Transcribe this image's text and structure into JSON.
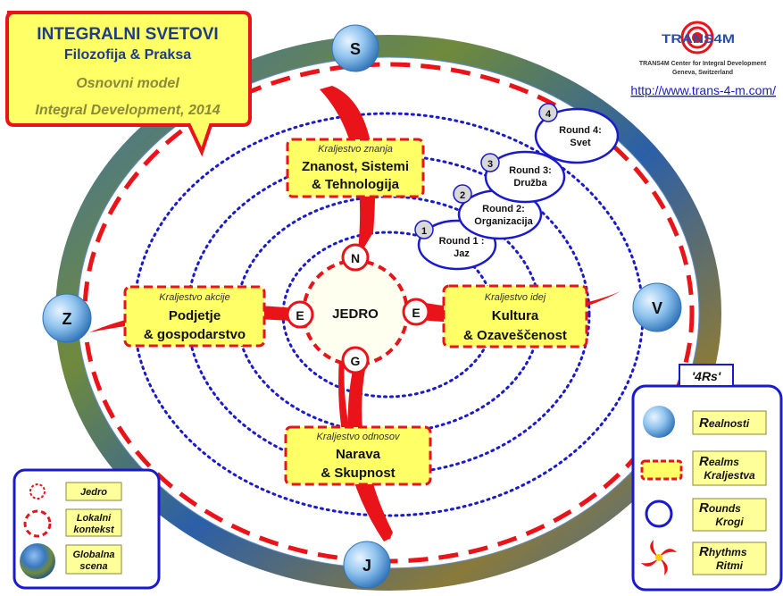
{
  "title_box": {
    "line1": "INTEGRALNI SVETOVI",
    "line2": "Filozofija & Praksa",
    "line3": "Osnovni model",
    "line4": "Integral Development, 2014"
  },
  "brand": {
    "logo_text": "TRANS4M",
    "org_line1": "TRANS4M Center for Integral Development",
    "org_line2": "Geneva, Switzerland",
    "url": "http://www.trans-4-m.com/"
  },
  "globes": {
    "north": "S",
    "south": "J",
    "west": "Z",
    "east": "V"
  },
  "core": {
    "label": "JEDRO",
    "north": "N",
    "south": "G",
    "west": "E",
    "east": "E"
  },
  "realms": {
    "top": {
      "sub": "Kraljestvo znanja",
      "line1": "Znanost, Sistemi",
      "line2": "& Tehnologija"
    },
    "left": {
      "sub": "Kraljestvo akcije",
      "line1": "Podjetje",
      "line2": "& gospodarstvo"
    },
    "right": {
      "sub": "Kraljestvo idej",
      "line1": "Kultura",
      "line2": "& Ozaveščenost"
    },
    "bottom": {
      "sub": "Kraljestvo odnosov",
      "line1": "Narava",
      "line2": "& Skupnost"
    }
  },
  "rounds": [
    {
      "num": "1",
      "line1": "Round 1 :",
      "line2": "Jaz"
    },
    {
      "num": "2",
      "line1": "Round 2:",
      "line2": "Organizacija"
    },
    {
      "num": "3",
      "line1": "Round 3:",
      "line2": "Družba"
    },
    {
      "num": "4",
      "line1": "Round 4:",
      "line2": "Svet"
    }
  ],
  "legend_left": {
    "items": [
      {
        "label": "Jedro"
      },
      {
        "label1": "Lokalni",
        "label2": "kontekst"
      },
      {
        "label1": "Globalna",
        "label2": "scena"
      }
    ]
  },
  "legend_4rs": {
    "title": "'4Rs'",
    "items": [
      {
        "initial": "R",
        "rest": "ealnosti",
        "second": ""
      },
      {
        "initial": "R",
        "rest": "ealms",
        "second": "Kraljestva"
      },
      {
        "initial": "R",
        "rest": "ounds",
        "second": "Krogi"
      },
      {
        "initial": "R",
        "rest": "hythms",
        "second": "Ritmi"
      }
    ]
  },
  "colors": {
    "red": "#e8141a",
    "yellow": "#ffff66",
    "blue": "#1a1acc",
    "navy": "#0a2a9a",
    "olive": "#8a8a3a",
    "title_blue": "#1f3c8c"
  }
}
